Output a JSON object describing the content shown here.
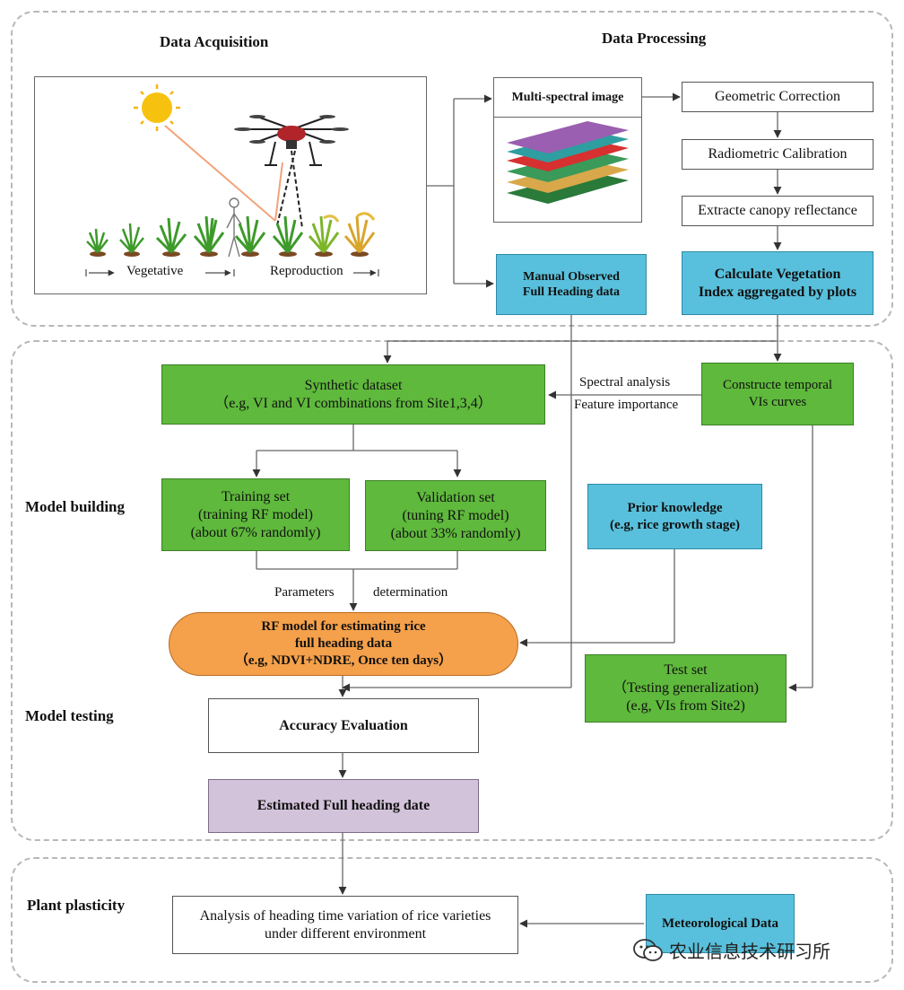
{
  "sections": {
    "acquisition_heading": "Data Acquisition",
    "processing_heading": "Data Processing",
    "model_building": "Model building",
    "model_testing": "Model testing",
    "plant_plasticity": "Plant plasticity"
  },
  "acquisition": {
    "vegetative": "Vegetative",
    "reproduction": "Reproduction"
  },
  "processing": {
    "multispectral": "Multi-spectral image",
    "geometric": "Geometric Correction",
    "radiometric": "Radiometric Calibration",
    "extract": "Extracte canopy reflectance",
    "vi_line1": "Calculate Vegetation",
    "vi_line2": "Index aggregated by plots",
    "manual_line1": "Manual Observed",
    "manual_line2": "Full Heading data"
  },
  "model": {
    "synthetic_line1": "Synthetic dataset",
    "synthetic_line2": "（e.g, VI and VI combinations from Site1,3,4）",
    "spectral_analysis": "Spectral analysis",
    "feature_importance": "Feature importance",
    "temporal_line1": "Constructe temporal",
    "temporal_line2": "VIs curves",
    "training_line1": "Training set",
    "training_line2": "(training  RF model)",
    "training_line3": "(about 67% randomly)",
    "validation_line1": "Validation set",
    "validation_line2": "(tuning RF model)",
    "validation_line3": "(about 33% randomly)",
    "prior_line1": "Prior knowledge",
    "prior_line2": "(e.g, rice growth stage)",
    "parameters": "Parameters",
    "determination": "determination",
    "rf_line1": "RF model for estimating rice",
    "rf_line2": "full heading data",
    "rf_line3": "（e.g, NDVI+NDRE, Once ten days）"
  },
  "testing": {
    "test_line1": "Test set",
    "test_line2": "（Testing generalization)",
    "test_line3": "(e.g, VIs from Site2)",
    "accuracy": "Accuracy Evaluation",
    "estimated": "Estimated Full heading date"
  },
  "plasticity": {
    "analysis_line1": "Analysis of heading time variation of rice varieties",
    "analysis_line2": "under different environment",
    "meteorological": "Meteorological Data"
  },
  "watermark": "农业信息技术研习所",
  "colors": {
    "green": "#5fb93c",
    "blue": "#58c0dc",
    "orange": "#f5a04a",
    "purple": "#d3c3da"
  }
}
